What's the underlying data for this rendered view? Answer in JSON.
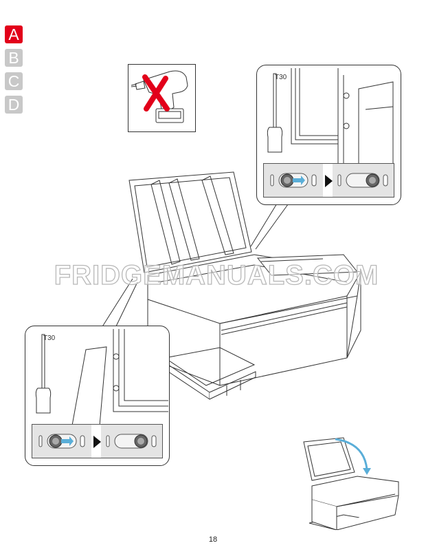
{
  "step_tabs": [
    {
      "label": "A",
      "active": true
    },
    {
      "label": "B",
      "active": false
    },
    {
      "label": "C",
      "active": false
    },
    {
      "label": "D",
      "active": false
    }
  ],
  "colors": {
    "active_tab": "#e2001a",
    "inactive_tab": "#c8c8c8",
    "prohibition_x": "#e2001a",
    "motion_arrow": "#5aaed8",
    "inset_background": "#e4e4e4"
  },
  "prohibition_panel": {
    "icon": "cordless-drill-icon",
    "overlay": "red-x-prohibited"
  },
  "detail_top": {
    "tool_label": "T30",
    "tool_icon": "torx-screwdriver-icon",
    "steps": [
      "screw-left-position",
      "screw-right-position"
    ]
  },
  "detail_bottom": {
    "tool_label": "T30",
    "tool_icon": "torx-screwdriver-icon",
    "steps": [
      "screw-left-position",
      "screw-right-position"
    ]
  },
  "main_illustration": "chest-freezer-on-pallet-lid-open",
  "overview_illustration": "chest-freezer-lid-rotation-arrow",
  "watermark": "FRIDGEMANUALS.COM",
  "page_number": "18"
}
